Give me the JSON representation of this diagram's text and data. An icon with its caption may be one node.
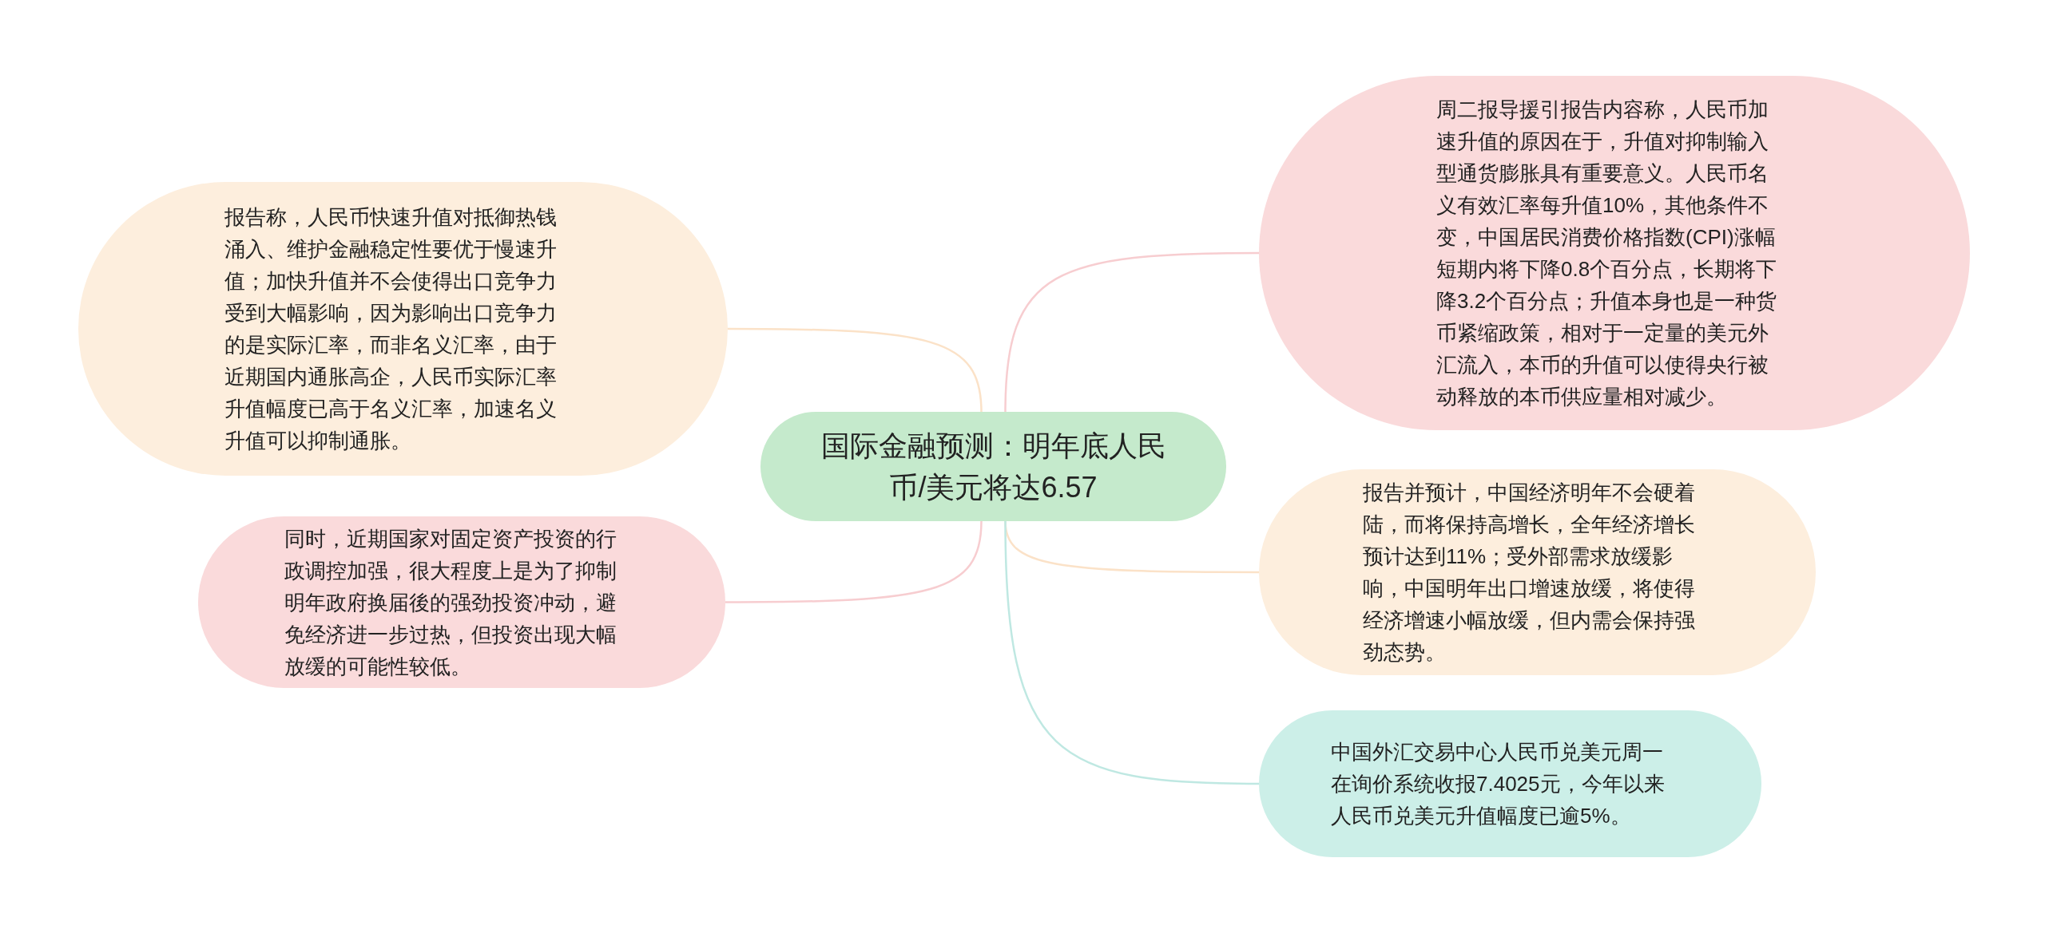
{
  "diagram": {
    "nodes": [
      {
        "text": [
          "国际金融预测：明年底人民币/美元将达6.57"
        ]
      },
      {
        "text": [
          "周二报导援引报告内容称，人民币加速升值的原因在于，升值对抑制输入型通货膨胀具有重要意义。人民币名义有效汇率每升值10%，其他条件不变，中国居民消费价格指数(CPI)涨幅短期内将下降0.8个百分点，长期将下降3.2个百分点；升值本身也是一种货币紧缩政策，相对于一定量的美元外汇流入，本币的升值可以使得央行被动释放的本币供应量相对减少。"
        ]
      },
      {
        "text": [
          "报告称，人民币快速升值对抵御热钱涌入、维护金融稳定性要优于慢速升值；加快升值并不会使得出口竞争力受到大幅影响，因为影响出口竞争力的是实际汇率，而非名义汇率，由于近期国内通胀高企，人民币实际汇率升值幅度已高于名义汇率，加速名义升值可以抑制通胀。"
        ]
      },
      {
        "text": [
          "报告并预计，中国经济明年不会硬着陆，而将保持高增长，全年经济增长预计达到11%；受外部需求放缓影响，中国明年出口增速放缓，将使得经济增速小幅放缓，但内需会保持强劲态势。"
        ]
      },
      {
        "text": [
          "同时，近期国家对固定资产投资的行政调控加强，很大程度上是为了抑制明年政府换届後的强劲投资冲动，避免经济进一步过热，但投资出现大幅放缓的可能性较低。"
        ]
      },
      {
        "text": [
          "中国外汇交易中心人民币兑美元周一在询价系统收报7.4025元，今年以来人民币兑美元升值幅度已逾5%。"
        ]
      }
    ],
    "edges": [
      {
        "from": 0,
        "to": 1,
        "arrow": "none",
        "color": "#f7cdd0"
      },
      {
        "from": 0,
        "to": 2,
        "arrow": "none",
        "color": "#fbe2c8"
      },
      {
        "from": 0,
        "to": 3,
        "arrow": "none",
        "color": "#fbe2c8"
      },
      {
        "from": 0,
        "to": 4,
        "arrow": "none",
        "color": "#f7cdd0"
      },
      {
        "from": 0,
        "to": 5,
        "arrow": "none",
        "color": "#bfe8e2"
      }
    ]
  }
}
